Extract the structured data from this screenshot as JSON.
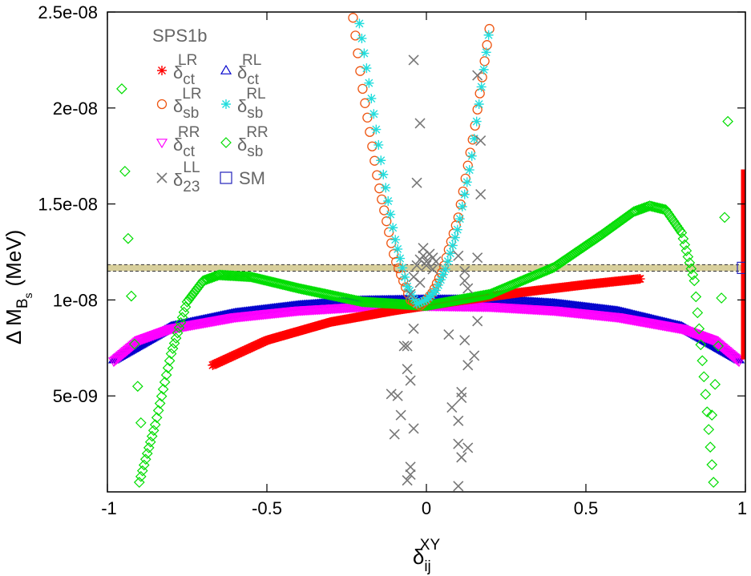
{
  "chart_data": {
    "type": "scatter",
    "title": "",
    "xlabel": "δ",
    "xlabel_sub": "ij",
    "xlabel_sup": "XY",
    "ylabel": "Δ M",
    "ylabel_sub": "B",
    "ylabel_subsub": "s",
    "ylabel_unit": "(MeV)",
    "xlim": [
      -1,
      1
    ],
    "ylim": [
      0,
      2.5e-08
    ],
    "x_ticks": [
      -1,
      -0.5,
      0,
      0.5,
      1
    ],
    "x_tick_labels": [
      "-1",
      "-0.5",
      "0",
      "0.5",
      "1"
    ],
    "y_ticks": [
      5e-09,
      1e-08,
      1.5e-08,
      2e-08,
      2.5e-08
    ],
    "y_tick_labels": [
      "5e-09",
      "1e-08",
      "1.5e-08",
      "2e-08",
      "2.5e-08"
    ],
    "legend": {
      "placement": "top-left",
      "title": "SPS1b",
      "entries": [
        {
          "id": "ct_LR",
          "sym": "δ",
          "sup": "LR",
          "sub": "ct"
        },
        {
          "id": "ct_RL",
          "sym": "δ",
          "sup": "RL",
          "sub": "ct"
        },
        {
          "id": "sb_LR",
          "sym": "δ",
          "sup": "LR",
          "sub": "sb"
        },
        {
          "id": "sb_RL",
          "sym": "δ",
          "sup": "RL",
          "sub": "sb"
        },
        {
          "id": "ct_RR",
          "sym": "δ",
          "sup": "RR",
          "sub": "ct"
        },
        {
          "id": "sb_RR",
          "sym": "δ",
          "sup": "RR",
          "sub": "sb"
        },
        {
          "id": "LL23",
          "sym": "δ",
          "sup": "LL",
          "sub": "23"
        },
        {
          "id": "SM",
          "sym": "SM",
          "sup": "",
          "sub": ""
        }
      ]
    },
    "experimental_band": {
      "center": 1.167e-08,
      "low": 1.15e-08,
      "high": 1.184e-08,
      "color": "#d8cf9c"
    },
    "sm_point": {
      "x": 1.0,
      "y": 1.167e-08,
      "err_low": 6.9e-09,
      "err_high": 1.68e-08
    },
    "series": [
      {
        "id": "ct_RL",
        "marker": "triangle-up",
        "color": "#0000cc",
        "kind": "curve",
        "x_range": [
          -0.98,
          0.98
        ],
        "step": 0.004,
        "x": [
          -0.98,
          -0.8,
          -0.6,
          -0.4,
          -0.2,
          0,
          0.2,
          0.4,
          0.6,
          0.8,
          0.98
        ],
        "y": [
          6.9e-09,
          8.6e-09,
          9.3e-09,
          9.7e-09,
          9.95e-09,
          1e-08,
          1e-08,
          9.8e-09,
          9.4e-09,
          8.6e-09,
          6.9e-09
        ]
      },
      {
        "id": "ct_RR",
        "marker": "triangle-down",
        "color": "#ff00ff",
        "kind": "curve",
        "x_range": [
          -0.98,
          0.98
        ],
        "step": 0.004,
        "x": [
          -0.98,
          -0.9,
          -0.8,
          -0.6,
          -0.4,
          -0.2,
          0,
          0.2,
          0.4,
          0.6,
          0.8,
          0.9,
          0.98
        ],
        "y": [
          6.8e-09,
          7.9e-09,
          8.5e-09,
          9.1e-09,
          9.45e-09,
          9.65e-09,
          9.7e-09,
          9.65e-09,
          9.45e-09,
          9.1e-09,
          8.5e-09,
          7.9e-09,
          6.8e-09
        ]
      },
      {
        "id": "ct_LR",
        "marker": "star",
        "color": "#ff0000",
        "kind": "curve",
        "x_range": [
          -0.67,
          0.67
        ],
        "step": 0.004,
        "x": [
          -0.67,
          -0.5,
          -0.3,
          -0.1,
          0,
          0.1,
          0.3,
          0.5,
          0.67
        ],
        "y": [
          6.6e-09,
          7.9e-09,
          8.85e-09,
          9.45e-09,
          9.7e-09,
          9.95e-09,
          1.04e-08,
          1.08e-08,
          1.11e-08
        ]
      },
      {
        "id": "sb_RR",
        "marker": "diamond",
        "color": "#00dd00",
        "kind": "curve",
        "x_range": [
          -0.9,
          0.9
        ],
        "step": 0.005,
        "x": [
          -0.9,
          -0.85,
          -0.8,
          -0.75,
          -0.7,
          -0.65,
          -0.55,
          -0.4,
          -0.2,
          0,
          0.2,
          0.4,
          0.55,
          0.65,
          0.7,
          0.75,
          0.8,
          0.84,
          0.87,
          0.9
        ],
        "y": [
          5e-10,
          3.5e-09,
          7.2e-09,
          9.9e-09,
          1.1e-08,
          1.13e-08,
          1.12e-08,
          1.06e-08,
          9.9e-09,
          9.7e-09,
          1.03e-08,
          1.17e-08,
          1.34e-08,
          1.46e-08,
          1.49e-08,
          1.47e-08,
          1.35e-08,
          1.1e-08,
          6e-09,
          5e-10
        ]
      },
      {
        "id": "sb_RR_outer",
        "marker": "diamond",
        "color": "#00dd00",
        "kind": "points",
        "x": [
          -0.955,
          -0.945,
          -0.935,
          -0.925,
          -0.915,
          -0.905,
          -0.895,
          0.895,
          0.905,
          0.915,
          0.925,
          0.935,
          0.945
        ],
        "y": [
          2.1e-08,
          1.67e-08,
          1.32e-08,
          1.02e-08,
          7.7e-09,
          5.5e-09,
          3.6e-09,
          4e-09,
          5.6e-09,
          7.6e-09,
          1.01e-08,
          1.43e-08,
          1.93e-08
        ]
      },
      {
        "id": "sb_LR",
        "marker": "circle",
        "color": "#ee5511",
        "kind": "curve",
        "x_range": [
          -0.23,
          0.2
        ],
        "step": 0.0075,
        "x": [
          -0.23,
          -0.2,
          -0.15,
          -0.1,
          -0.05,
          -0.02,
          0,
          0.02,
          0.05,
          0.1,
          0.15,
          0.2
        ],
        "y": [
          2.47e-08,
          2.1e-08,
          1.6e-08,
          1.22e-08,
          1e-08,
          9.7e-09,
          1e-08,
          1.04e-08,
          1.15e-08,
          1.43e-08,
          1.88e-08,
          2.44e-08
        ]
      },
      {
        "id": "sb_RL",
        "marker": "star",
        "color": "#22dddd",
        "kind": "curve",
        "x_range": [
          -0.21,
          0.2
        ],
        "step": 0.0075,
        "x": [
          -0.21,
          -0.18,
          -0.14,
          -0.1,
          -0.06,
          -0.03,
          0,
          0.03,
          0.06,
          0.1,
          0.14,
          0.2
        ],
        "y": [
          2.44e-08,
          2.13e-08,
          1.7e-08,
          1.33e-08,
          1.07e-08,
          9.8e-09,
          1e-08,
          1.05e-08,
          1.16e-08,
          1.38e-08,
          1.72e-08,
          2.44e-08
        ]
      },
      {
        "id": "LL23",
        "marker": "cross",
        "color": "#777777",
        "kind": "points",
        "x": [
          -0.04,
          0.16,
          -0.02,
          0.17,
          -0.03,
          0.17,
          -0.01,
          0.16,
          -0.05,
          0.13,
          -0.04,
          0.16,
          -0.07,
          0.07,
          -0.09,
          0.15,
          -0.06,
          0.12,
          -0.11,
          0.13,
          -0.04,
          0.08,
          -0.1,
          0.11,
          -0.06,
          0.11,
          -0.08,
          0.1,
          -0.05,
          0.11,
          -0.05,
          0.1,
          -0.06,
          0.1,
          -0.05,
          0.13,
          -0.04,
          0.12,
          -0.03,
          0.12,
          -0.02,
          0.1,
          -0.02,
          0.0,
          -0.01,
          0.02,
          0.0,
          0.01,
          0.02,
          0.03
        ],
        "y": [
          2.25e-08,
          2.17e-08,
          1.92e-08,
          1.83e-08,
          1.61e-08,
          1.55e-08,
          1.27e-08,
          1.22e-08,
          1.03e-08,
          1.06e-08,
          8.5e-09,
          8.9e-09,
          7.6e-09,
          8.2e-09,
          5e-09,
          7.1e-09,
          7.6e-09,
          7.9e-09,
          5.1e-09,
          6.6e-09,
          3.3e-09,
          4.4e-09,
          3e-09,
          5.2e-09,
          6.4e-09,
          4.9e-09,
          4e-09,
          2.5e-09,
          5.8e-09,
          1.8e-09,
          1.3e-09,
          3e-10,
          6e-10,
          3.7e-09,
          9e-10,
          2.3e-09,
          1.12e-08,
          1.1e-08,
          1.18e-08,
          1.15e-08,
          1.21e-08,
          1.23e-08,
          1.09e-08,
          1.2e-08,
          1.23e-08,
          1.22e-08,
          1.18e-08,
          1.24e-08,
          1.16e-08,
          1.2e-08
        ]
      }
    ]
  }
}
